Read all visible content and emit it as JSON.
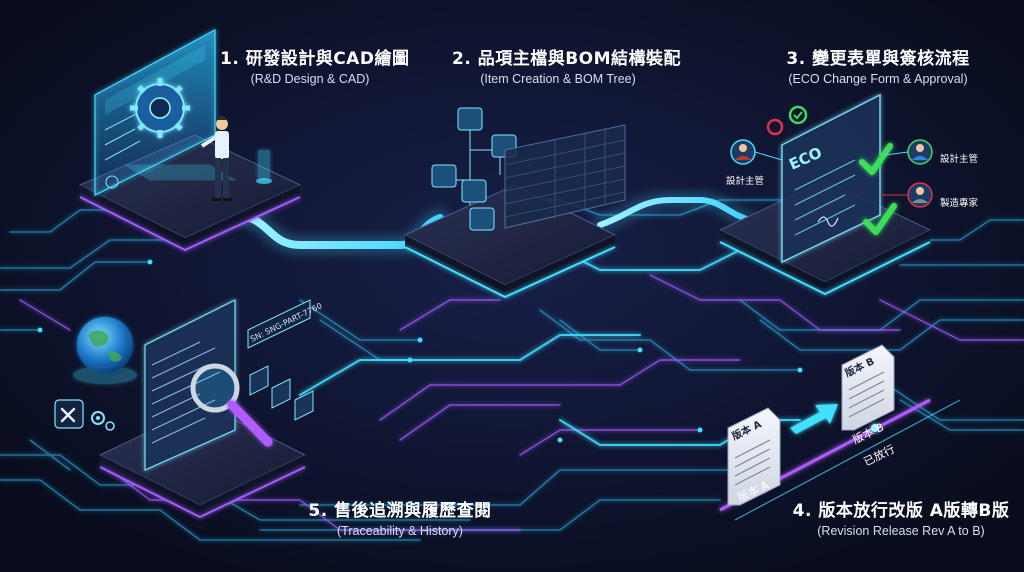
{
  "steps": [
    {
      "title": "1. 研發設計與CAD繪圖",
      "subtitle": "(R&D Design & CAD)"
    },
    {
      "title": "2. 品項主檔與BOM結構裝配",
      "subtitle": "(Item Creation & BOM Tree)"
    },
    {
      "title": "3. 變更表單與簽核流程",
      "subtitle": "(ECO Change Form & Approval)"
    },
    {
      "title": "4. 版本放行改版 A版轉B版",
      "subtitle": "(Revision Release Rev A to B)"
    },
    {
      "title": "5. 售後追溯與履歷查閱",
      "subtitle": "(Traceability & History)"
    }
  ],
  "eco": {
    "form_title": "ECO",
    "roles": [
      "設計主管",
      "設計主管",
      "製造專家"
    ]
  },
  "revision": {
    "doc_a": "版本 A",
    "doc_b": "版本 B",
    "label_a": "版本 A",
    "label_b": "版本 B",
    "released": "已放行"
  },
  "trace": {
    "serial": "SN: SNG-PART-7760"
  },
  "colors": {
    "background": "#0b1024",
    "cyan": "#3fe0ff",
    "purple": "#a35bff",
    "green_check": "#3ddc5a",
    "platform_top": "#1e2440"
  }
}
